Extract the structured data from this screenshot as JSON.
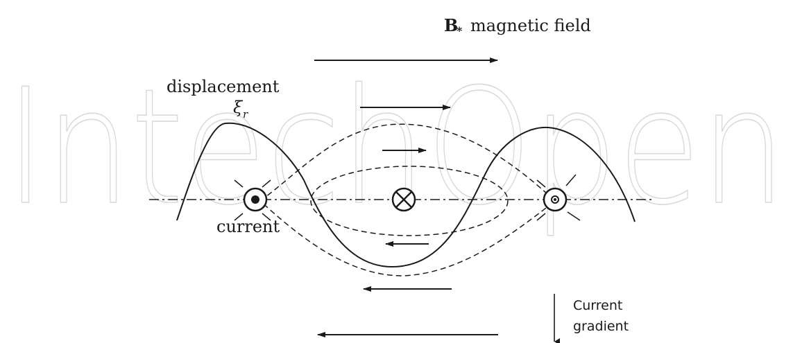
{
  "diagram": {
    "watermark": "IntechOpen",
    "field_label_symbol": "B",
    "field_label_subscript": "*",
    "field_label_text": "magnetic field",
    "displacement_label": "displacement",
    "displacement_symbol": "ξ",
    "displacement_subscript": "r",
    "current_label": "current",
    "gradient_label_line1": "Current",
    "gradient_label_line2": "gradient",
    "current_markers": [
      "dot",
      "cross",
      "dot"
    ],
    "colors": {
      "ink": "#1a1a1a",
      "watermark": "#d9d9d9",
      "background": "#ffffff"
    }
  }
}
